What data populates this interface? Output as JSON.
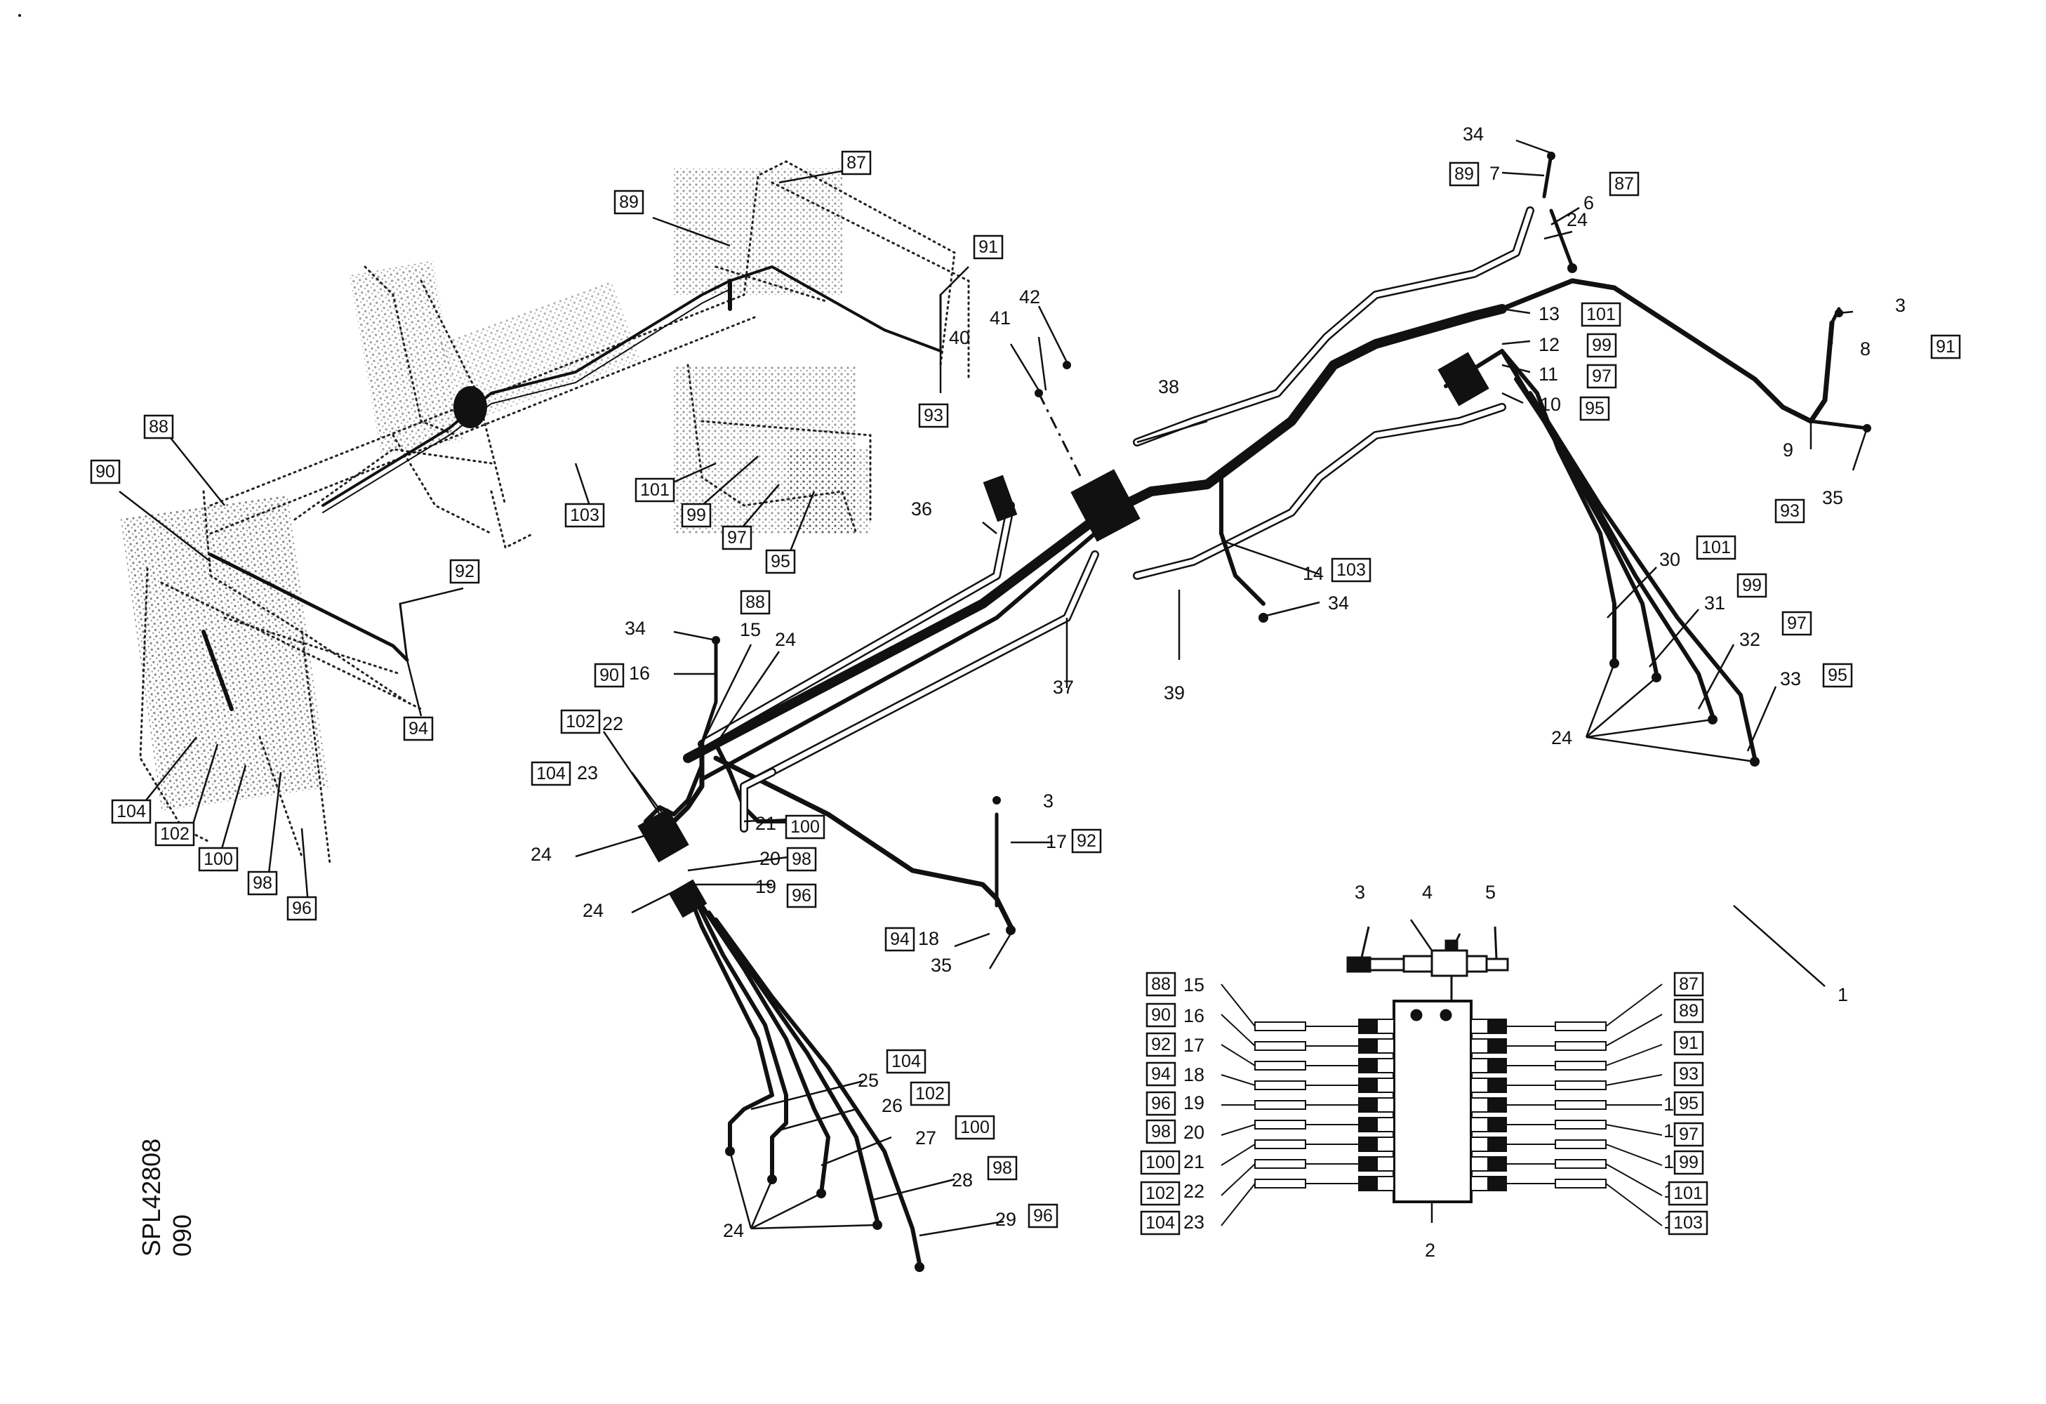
{
  "sheet": {
    "code": "SPL42808",
    "sheet_number": "090"
  },
  "callouts": [
    {
      "id": "c1",
      "num": "1"
    },
    {
      "id": "c2",
      "num": "2"
    },
    {
      "id": "c3a",
      "num": "3"
    },
    {
      "id": "c4",
      "num": "4"
    },
    {
      "id": "c5",
      "num": "5"
    },
    {
      "id": "c3b",
      "num": "3"
    },
    {
      "id": "c3c",
      "num": "3"
    },
    {
      "id": "c6a",
      "num": "6"
    },
    {
      "id": "c6b",
      "num": "6"
    },
    {
      "id": "c7a",
      "num": "7"
    },
    {
      "id": "c7b",
      "num": "7"
    },
    {
      "id": "c8a",
      "num": "8"
    },
    {
      "id": "c8b",
      "num": "8"
    },
    {
      "id": "c9a",
      "num": "9"
    },
    {
      "id": "c9b",
      "num": "9"
    },
    {
      "id": "c10a",
      "num": "10"
    },
    {
      "id": "c10b",
      "num": "10"
    },
    {
      "id": "c11a",
      "num": "11"
    },
    {
      "id": "c11b",
      "num": "11"
    },
    {
      "id": "c12a",
      "num": "12"
    },
    {
      "id": "c12b",
      "num": "12"
    },
    {
      "id": "c13a",
      "num": "13"
    },
    {
      "id": "c13b",
      "num": "13"
    },
    {
      "id": "c14a",
      "num": "14"
    },
    {
      "id": "c14b",
      "num": "14"
    },
    {
      "id": "c15a",
      "num": "15"
    },
    {
      "id": "c15b",
      "num": "15"
    },
    {
      "id": "c16a",
      "num": "16"
    },
    {
      "id": "c16b",
      "num": "16"
    },
    {
      "id": "c17a",
      "num": "17"
    },
    {
      "id": "c17b",
      "num": "17"
    },
    {
      "id": "c18a",
      "num": "18"
    },
    {
      "id": "c18b",
      "num": "18"
    },
    {
      "id": "c19a",
      "num": "19"
    },
    {
      "id": "c19b",
      "num": "19"
    },
    {
      "id": "c20a",
      "num": "20"
    },
    {
      "id": "c20b",
      "num": "20"
    },
    {
      "id": "c21a",
      "num": "21"
    },
    {
      "id": "c21b",
      "num": "21"
    },
    {
      "id": "c22a",
      "num": "22"
    },
    {
      "id": "c22b",
      "num": "22"
    },
    {
      "id": "c23a",
      "num": "23"
    },
    {
      "id": "c23b",
      "num": "23"
    },
    {
      "id": "c24a",
      "num": "24"
    },
    {
      "id": "c24b",
      "num": "24"
    },
    {
      "id": "c24c",
      "num": "24"
    },
    {
      "id": "c24d",
      "num": "24"
    },
    {
      "id": "c24e",
      "num": "24"
    },
    {
      "id": "c24f",
      "num": "24"
    },
    {
      "id": "c25",
      "num": "25"
    },
    {
      "id": "c26",
      "num": "26"
    },
    {
      "id": "c27",
      "num": "27"
    },
    {
      "id": "c28",
      "num": "28"
    },
    {
      "id": "c29",
      "num": "29"
    },
    {
      "id": "c30",
      "num": "30"
    },
    {
      "id": "c31",
      "num": "31"
    },
    {
      "id": "c32",
      "num": "32"
    },
    {
      "id": "c33",
      "num": "33"
    },
    {
      "id": "c34a",
      "num": "34"
    },
    {
      "id": "c34b",
      "num": "34"
    },
    {
      "id": "c34c",
      "num": "34"
    },
    {
      "id": "c35a",
      "num": "35"
    },
    {
      "id": "c35b",
      "num": "35"
    },
    {
      "id": "c36",
      "num": "36"
    },
    {
      "id": "c37",
      "num": "37"
    },
    {
      "id": "c38",
      "num": "38"
    },
    {
      "id": "c39",
      "num": "39"
    },
    {
      "id": "c40",
      "num": "40"
    },
    {
      "id": "c41",
      "num": "41"
    },
    {
      "id": "c42",
      "num": "42"
    }
  ],
  "boxed_callouts": [
    {
      "id": "b87a",
      "num": "87"
    },
    {
      "id": "b87b",
      "num": "87"
    },
    {
      "id": "b87c",
      "num": "87"
    },
    {
      "id": "b88a",
      "num": "88"
    },
    {
      "id": "b88b",
      "num": "88"
    },
    {
      "id": "b88c",
      "num": "88"
    },
    {
      "id": "b89a",
      "num": "89"
    },
    {
      "id": "b89b",
      "num": "89"
    },
    {
      "id": "b89c",
      "num": "89"
    },
    {
      "id": "b90a",
      "num": "90"
    },
    {
      "id": "b90b",
      "num": "90"
    },
    {
      "id": "b90c",
      "num": "90"
    },
    {
      "id": "b91a",
      "num": "91"
    },
    {
      "id": "b91b",
      "num": "91"
    },
    {
      "id": "b91c",
      "num": "91"
    },
    {
      "id": "b92a",
      "num": "92"
    },
    {
      "id": "b92b",
      "num": "92"
    },
    {
      "id": "b92c",
      "num": "92"
    },
    {
      "id": "b93a",
      "num": "93"
    },
    {
      "id": "b93b",
      "num": "93"
    },
    {
      "id": "b93c",
      "num": "93"
    },
    {
      "id": "b94a",
      "num": "94"
    },
    {
      "id": "b94b",
      "num": "94"
    },
    {
      "id": "b94c",
      "num": "94"
    },
    {
      "id": "b95a",
      "num": "95"
    },
    {
      "id": "b95b",
      "num": "95"
    },
    {
      "id": "b95c",
      "num": "95"
    },
    {
      "id": "b95d",
      "num": "95"
    },
    {
      "id": "b96a",
      "num": "96"
    },
    {
      "id": "b96b",
      "num": "96"
    },
    {
      "id": "b96c",
      "num": "96"
    },
    {
      "id": "b96d",
      "num": "96"
    },
    {
      "id": "b97a",
      "num": "97"
    },
    {
      "id": "b97b",
      "num": "97"
    },
    {
      "id": "b97c",
      "num": "97"
    },
    {
      "id": "b97d",
      "num": "97"
    },
    {
      "id": "b98a",
      "num": "98"
    },
    {
      "id": "b98b",
      "num": "98"
    },
    {
      "id": "b98c",
      "num": "98"
    },
    {
      "id": "b98d",
      "num": "98"
    },
    {
      "id": "b99a",
      "num": "99"
    },
    {
      "id": "b99b",
      "num": "99"
    },
    {
      "id": "b99c",
      "num": "99"
    },
    {
      "id": "b99d",
      "num": "99"
    },
    {
      "id": "b100a",
      "num": "100"
    },
    {
      "id": "b100b",
      "num": "100"
    },
    {
      "id": "b100c",
      "num": "100"
    },
    {
      "id": "b100d",
      "num": "100"
    },
    {
      "id": "b101a",
      "num": "101"
    },
    {
      "id": "b101b",
      "num": "101"
    },
    {
      "id": "b101c",
      "num": "101"
    },
    {
      "id": "b101d",
      "num": "101"
    },
    {
      "id": "b102a",
      "num": "102"
    },
    {
      "id": "b102b",
      "num": "102"
    },
    {
      "id": "b102c",
      "num": "102"
    },
    {
      "id": "b102d",
      "num": "102"
    },
    {
      "id": "b103a",
      "num": "103"
    },
    {
      "id": "b103b",
      "num": "103"
    },
    {
      "id": "b103c",
      "num": "103"
    },
    {
      "id": "b104a",
      "num": "104"
    },
    {
      "id": "b104b",
      "num": "104"
    },
    {
      "id": "b104c",
      "num": "104"
    },
    {
      "id": "b104d",
      "num": "104"
    }
  ]
}
